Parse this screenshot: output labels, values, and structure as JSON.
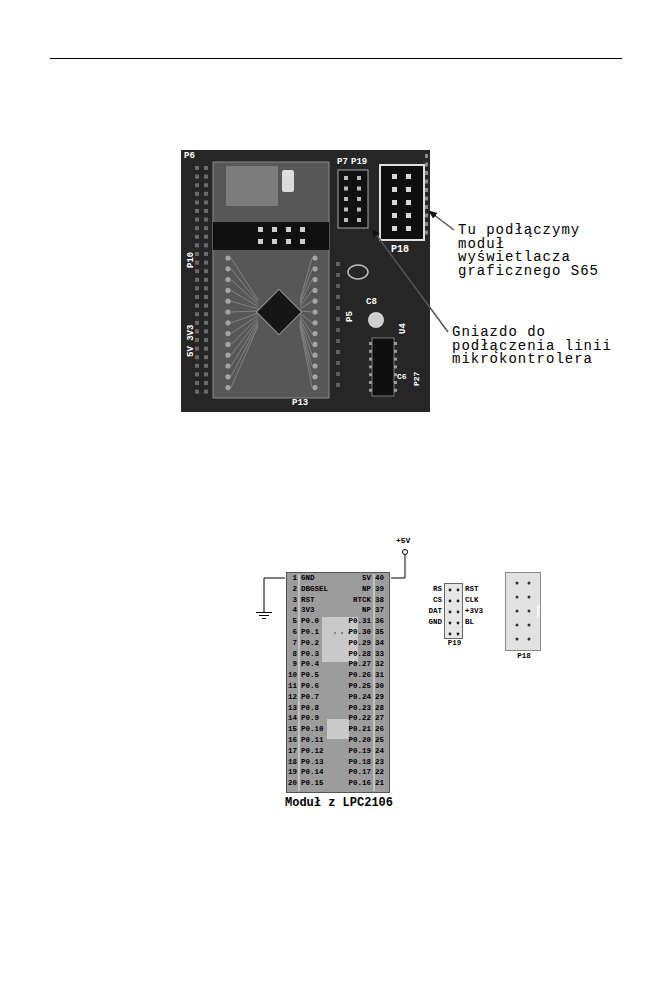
{
  "diagram": {
    "nodes": [
      {
        "text": [
          "Moduł z LPC2106"
        ]
      },
      {
        "text": [
          "P19"
        ]
      },
      {
        "text": [
          "P18"
        ]
      }
    ],
    "labels": [
      "Tu podłączymy moduł wyświetlacza graficznego S65",
      "Gniazdo do podłączenia linii mikrokontrolera",
      "P6",
      "P7",
      "P19",
      "P18",
      "P10",
      "5V 3V3",
      "P13",
      "P5",
      "C8",
      "U4",
      "P27",
      "C6",
      "+5V",
      "1",
      "GND",
      "2",
      "DBGSEL",
      "3",
      "RST",
      "4",
      "3V3",
      "5",
      "P0.0",
      "6",
      "P0.1",
      "7",
      "P0.2",
      "8",
      "P0.3",
      "9",
      "P0.4",
      "10",
      "P0.5",
      "11",
      "P0.6",
      "12",
      "P0.7",
      "13",
      "P0.8",
      "14",
      "P0.9",
      "15",
      "P0.10",
      "16",
      "P0.11",
      "17",
      "P0.12",
      "18",
      "P0.13",
      "19",
      "P0.14",
      "20",
      "P0.15",
      "40",
      "5V",
      "39",
      "NP",
      "38",
      "RTCK",
      "37",
      "NP",
      "36",
      "P0.31",
      "35",
      "P0.30",
      "34",
      "P0.29",
      "33",
      "P0.28",
      "32",
      "P0.27",
      "31",
      "P0.26",
      "30",
      "P0.25",
      "29",
      "P0.24",
      "28",
      "P0.23",
      "27",
      "P0.22",
      "26",
      "P0.21",
      "25",
      "P0.20",
      "24",
      "P0.19",
      "23",
      "P0.18",
      "22",
      "P0.17",
      "21",
      "P0.16",
      "RS",
      "RST",
      "CS",
      "CLK",
      "DAT",
      "+3V3",
      "GND",
      "BL"
    ]
  }
}
